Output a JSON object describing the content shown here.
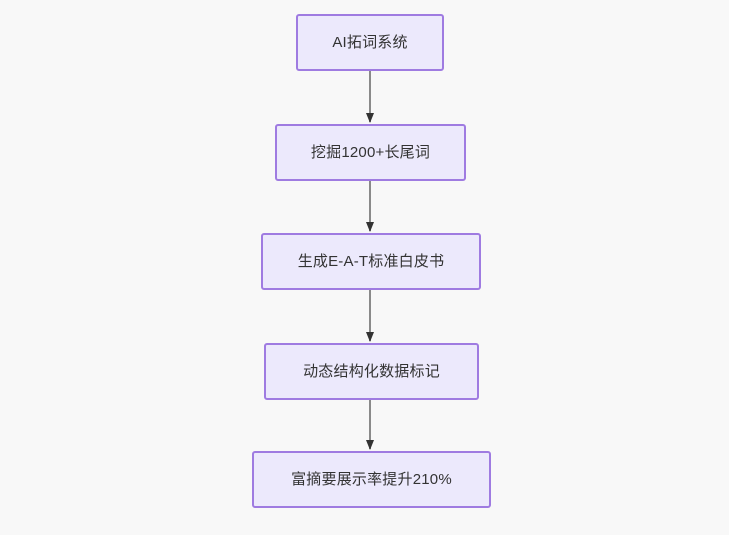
{
  "diagram": {
    "type": "flowchart",
    "direction": "top-to-bottom",
    "background_color": "#f8f8f8",
    "node_fill_color": "#ece9fc",
    "node_border_color": "#9f7be1",
    "node_text_color": "#333333",
    "edge_color": "#8a8a8a",
    "arrowhead_color": "#333333",
    "nodes": [
      {
        "id": "n1",
        "label": "AI拓词系统"
      },
      {
        "id": "n2",
        "label": "挖掘1200+长尾词"
      },
      {
        "id": "n3",
        "label": "生成E-A-T标准白皮书"
      },
      {
        "id": "n4",
        "label": "动态结构化数据标记"
      },
      {
        "id": "n5",
        "label": "富摘要展示率提升210%"
      }
    ],
    "edges": [
      {
        "from": "n1",
        "to": "n2",
        "label": ""
      },
      {
        "from": "n2",
        "to": "n3",
        "label": ""
      },
      {
        "from": "n3",
        "to": "n4",
        "label": ""
      },
      {
        "from": "n4",
        "to": "n5",
        "label": ""
      }
    ]
  }
}
